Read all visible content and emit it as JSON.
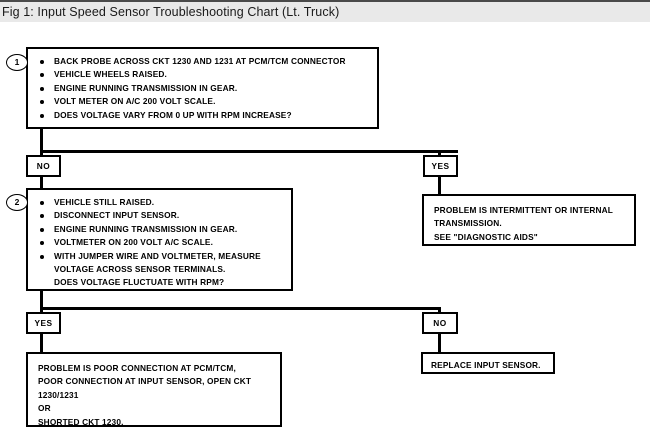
{
  "title_bar": {
    "text": "Fig 1: Input Speed Sensor Troubleshooting Chart (Lt. Truck)"
  },
  "flowchart": {
    "step1": {
      "number": "1",
      "items": [
        "BACK PROBE ACROSS CKT 1230 AND 1231 AT PCM/TCM CONNECTOR",
        "VEHICLE WHEELS RAISED.",
        "ENGINE RUNNING TRANSMISSION IN GEAR.",
        "VOLT METER ON A/C 200 VOLT SCALE.",
        "DOES VOLTAGE VARY FROM 0 UP WITH RPM INCREASE?"
      ]
    },
    "step2": {
      "number": "2",
      "items": [
        "VEHICLE STILL RAISED.",
        "DISCONNECT INPUT SENSOR.",
        "ENGINE RUNNING TRANSMISSION IN GEAR.",
        "VOLTMETER ON 200 VOLT A/C SCALE.",
        "WITH JUMPER WIRE AND VOLTMETER, MEASURE"
      ],
      "continuation": [
        "VOLTAGE ACROSS SENSOR TERMINALS.",
        "DOES VOLTAGE FLUCTUATE WITH RPM?"
      ]
    },
    "branch_labels": {
      "step1_no": "NO",
      "step1_yes": "YES",
      "step2_yes": "YES",
      "step2_no": "NO"
    },
    "result_intermittent": {
      "lines": [
        "PROBLEM IS INTERMITTENT OR INTERNAL",
        "TRANSMISSION.",
        "SEE \"DIAGNOSTIC AIDS\""
      ]
    },
    "result_replace": {
      "lines": [
        "REPLACE INPUT SENSOR."
      ]
    },
    "result_poor_connection": {
      "lines": [
        "PROBLEM IS POOR CONNECTION AT PCM/TCM,",
        "POOR CONNECTION AT INPUT SENSOR, OPEN CKT",
        "1230/1231",
        "OR",
        "SHORTED CKT 1230."
      ]
    }
  }
}
